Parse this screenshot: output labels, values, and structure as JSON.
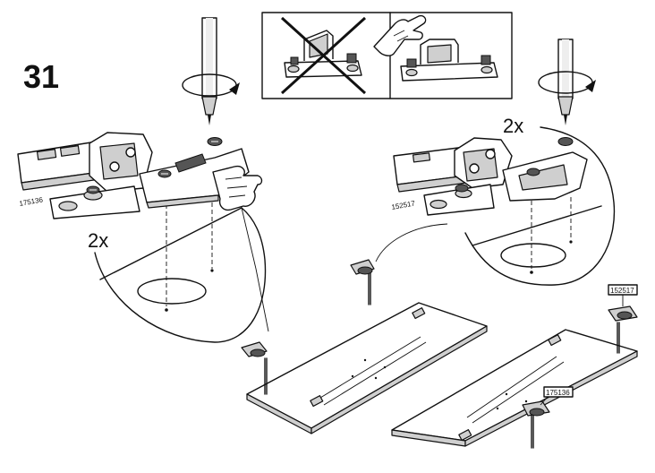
{
  "step_number": "31",
  "callouts": {
    "left_quantity": "2x",
    "right_quantity": "2x"
  },
  "part_numbers": {
    "left_hinge": "175136",
    "right_hinge": "152517",
    "board_label_right": "152517",
    "board_label_left": "175136"
  },
  "icons": {
    "screwdriver": "screwdriver-icon",
    "rotate": "clockwise-rotate-icon",
    "hand": "pointing-hand-icon",
    "cross": "wrong-x-icon"
  },
  "colors": {
    "line": "#111111",
    "fill_gray": "#cfcfcf",
    "background": "#ffffff"
  }
}
